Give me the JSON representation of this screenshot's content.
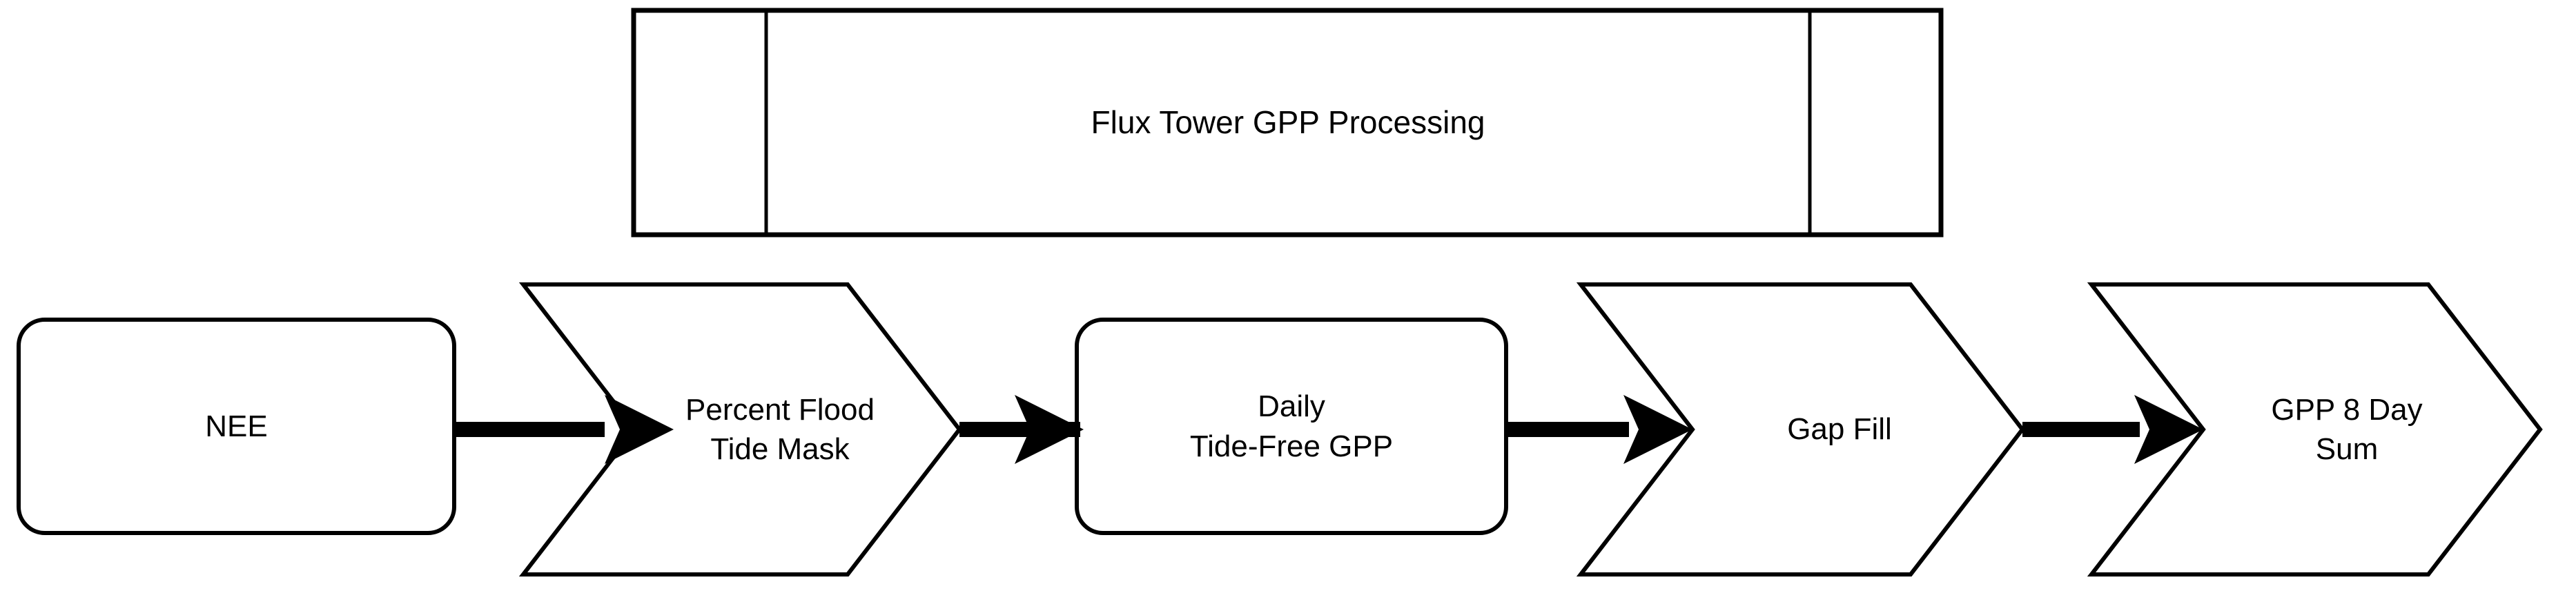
{
  "diagram": {
    "type": "process-flow",
    "background_color": "#ffffff",
    "stroke_color": "#000000",
    "fill_color": "#ffffff",
    "swimlane": {
      "title": "Flux Tower GPP Processing",
      "left_column_label": "",
      "right_column_label": ""
    },
    "nodes": [
      {
        "id": "nee",
        "label": "NEE",
        "shape": "rounded-rectangle"
      },
      {
        "id": "flood-tide-mask",
        "label": "Percent Flood\nTide Mask",
        "shape": "chevron"
      },
      {
        "id": "daily-gpp",
        "label": "Daily\nTide-Free GPP",
        "shape": "rounded-rectangle"
      },
      {
        "id": "gap-fill",
        "label": "Gap Fill",
        "shape": "chevron"
      },
      {
        "id": "gpp-8-day-sum",
        "label": "GPP 8 Day\nSum",
        "shape": "chevron"
      }
    ],
    "connectors": [
      {
        "id": "nee-to-mask",
        "from": "nee",
        "to": "flood-tide-mask",
        "style": "solid-arrow"
      },
      {
        "id": "mask-to-daily",
        "from": "flood-tide-mask",
        "to": "daily-gpp",
        "style": "solid-arrow"
      },
      {
        "id": "daily-to-gapfill",
        "from": "daily-gpp",
        "to": "gap-fill",
        "style": "solid-arrow"
      },
      {
        "id": "gapfill-to-8daysum",
        "from": "gap-fill",
        "to": "gpp-8-day-sum",
        "style": "solid-arrow"
      }
    ]
  }
}
